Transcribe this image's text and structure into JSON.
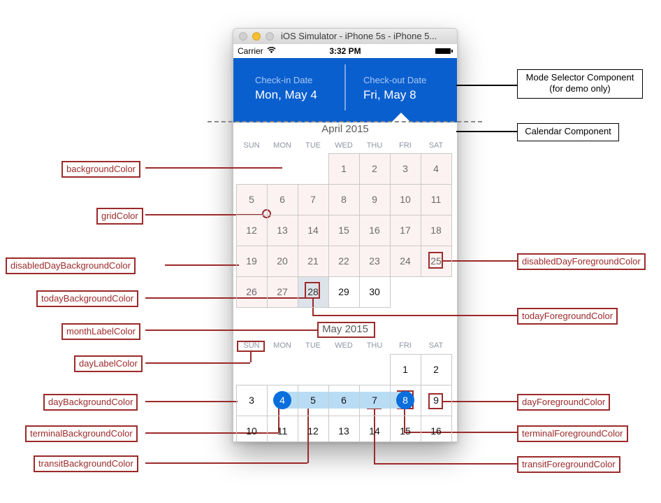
{
  "window": {
    "title": "iOS Simulator - iPhone 5s - iPhone 5..."
  },
  "status_bar": {
    "carrier": "Carrier",
    "time": "3:32 PM"
  },
  "mode_selector": {
    "checkin_label": "Check-in Date",
    "checkin_value": "Mon, May 4",
    "checkout_label": "Check-out Date",
    "checkout_value": "Fri, May 8"
  },
  "day_labels": [
    "SUN",
    "MON",
    "TUE",
    "WED",
    "THU",
    "FRI",
    "SAT"
  ],
  "april": {
    "title": "April 2015",
    "weeks": [
      [
        "",
        "",
        "",
        "1",
        "2",
        "3",
        "4"
      ],
      [
        "5",
        "6",
        "7",
        "8",
        "9",
        "10",
        "11"
      ],
      [
        "12",
        "13",
        "14",
        "15",
        "16",
        "17",
        "18"
      ],
      [
        "19",
        "20",
        "21",
        "22",
        "23",
        "24",
        "25"
      ],
      [
        "26",
        "27",
        "28",
        "29",
        "30",
        "",
        ""
      ]
    ]
  },
  "may": {
    "title": "May 2015",
    "weeks": [
      [
        "",
        "",
        "",
        "",
        "",
        "1",
        "2"
      ],
      [
        "3",
        "4",
        "5",
        "6",
        "7",
        "8",
        "9"
      ],
      [
        "10",
        "11",
        "12",
        "13",
        "14",
        "15",
        "16"
      ]
    ]
  },
  "annotations": {
    "mode_selector": [
      "Mode Selector Component",
      "(for demo only)"
    ],
    "calendar": "Calendar Component",
    "background_color": "backgroundColor",
    "grid_color": "gridColor",
    "disabled_day_background_color": "disabledDayBackgroundColor",
    "disabled_day_foreground_color": "disabledDayForegroundColor",
    "today_background_color": "todayBackgroundColor",
    "today_foreground_color": "todayForegroundColor",
    "month_label_color": "monthLabelColor",
    "day_label_color": "dayLabelColor",
    "day_background_color": "dayBackgroundColor",
    "day_foreground_color": "dayForegroundColor",
    "terminal_background_color": "terminalBackgroundColor",
    "terminal_foreground_color": "terminalForegroundColor",
    "transit_background_color": "transitBackgroundColor",
    "transit_foreground_color": "transitForegroundColor"
  },
  "colors": {
    "mode_background": "#0a5fcf",
    "disabled_day_background": "#fdf2f2",
    "today_background": "#dde3ea",
    "transit_background": "#b9dcf5",
    "terminal_background": "#0a6fdc",
    "annotation": "#9c2a2a"
  }
}
